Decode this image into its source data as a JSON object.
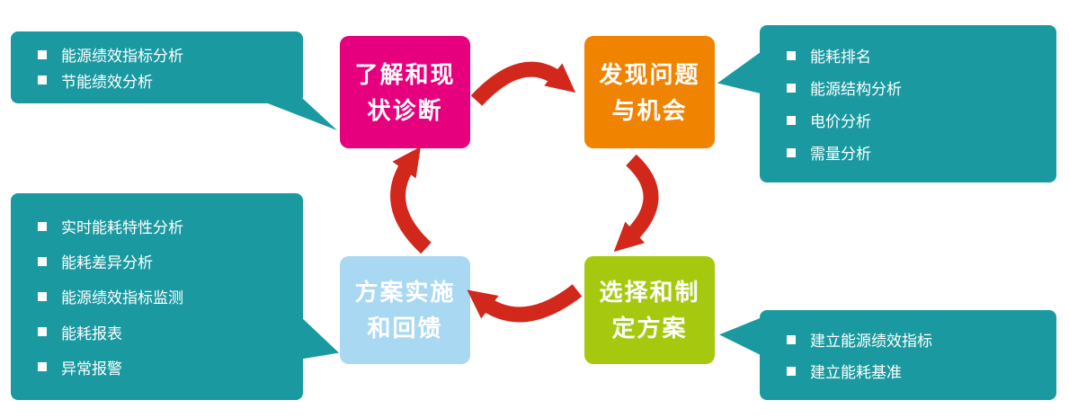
{
  "steps": [
    {
      "name": "understand-and-diagnose",
      "lines": [
        "了解和现",
        "状诊断"
      ]
    },
    {
      "name": "find-problems-opportunities",
      "lines": [
        "发现问题",
        "与机会"
      ]
    },
    {
      "name": "select-and-make-plan",
      "lines": [
        "选择和制",
        "定方案"
      ]
    },
    {
      "name": "implement-and-feedback",
      "lines": [
        "方案实施",
        "和回馈"
      ]
    }
  ],
  "callouts": [
    {
      "name": "top-left",
      "items": [
        "能源绩效指标分析",
        "节能绩效分析"
      ]
    },
    {
      "name": "top-right",
      "items": [
        "能耗排名",
        "能源结构分析",
        "电价分析",
        "需量分析"
      ]
    },
    {
      "name": "bottom-left",
      "items": [
        "实时能耗特性分析",
        "能耗差异分析",
        "能源绩效指标监测",
        "能耗报表",
        "异常报警"
      ]
    },
    {
      "name": "bottom-right",
      "items": [
        "建立能源绩效指标",
        "建立能耗基准"
      ]
    }
  ],
  "icons": {
    "arrow": "curved-red-cycle-arrow",
    "bullet": "white-square-bullet"
  },
  "colors": {
    "step_pink": "#e6007e",
    "step_orange": "#f08300",
    "step_green": "#a6c90f",
    "step_blue": "#a9d8f2",
    "callout_teal": "#1a9aa0",
    "arrow_red": "#d2281c"
  }
}
